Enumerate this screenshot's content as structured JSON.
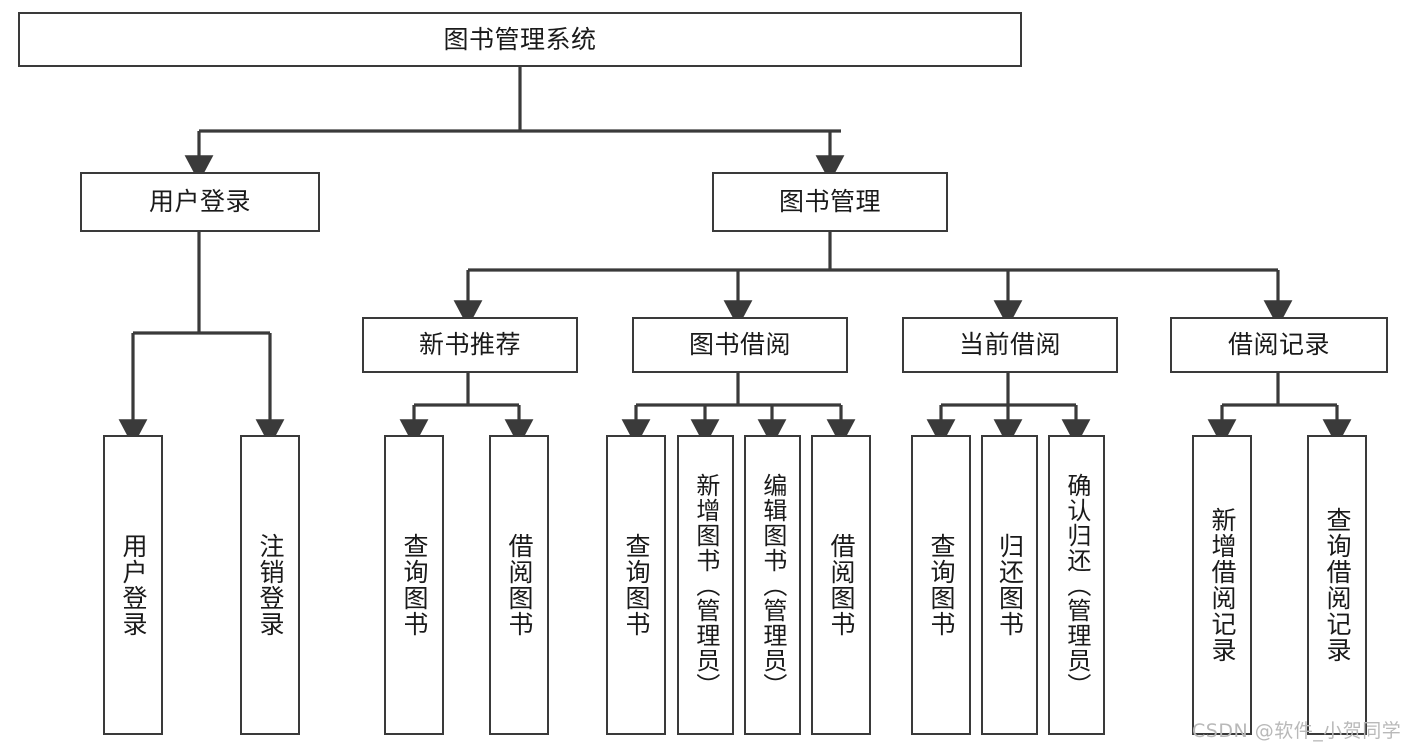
{
  "diagram": {
    "type": "tree-hierarchy-chart",
    "title": "图书管理系统",
    "root": {
      "label": "图书管理系统",
      "level": 1
    },
    "level2": [
      {
        "label": "用户登录"
      },
      {
        "label": "图书管理"
      }
    ],
    "level3": [
      {
        "label": "新书推荐",
        "parent": "图书管理"
      },
      {
        "label": "图书借阅",
        "parent": "图书管理"
      },
      {
        "label": "当前借阅",
        "parent": "图书管理"
      },
      {
        "label": "借阅记录",
        "parent": "图书管理"
      }
    ],
    "leaves": [
      {
        "label": "用户登录",
        "parent": "用户登录"
      },
      {
        "label": "注销登录",
        "parent": "用户登录"
      },
      {
        "label": "查询图书",
        "parent": "新书推荐"
      },
      {
        "label": "借阅图书",
        "parent": "新书推荐"
      },
      {
        "label": "查询图书",
        "parent": "图书借阅"
      },
      {
        "label": "新增图书（管理员）",
        "parent": "图书借阅"
      },
      {
        "label": "编辑图书（管理员）",
        "parent": "图书借阅"
      },
      {
        "label": "借阅图书",
        "parent": "图书借阅"
      },
      {
        "label": "查询图书",
        "parent": "当前借阅"
      },
      {
        "label": "归还图书",
        "parent": "当前借阅"
      },
      {
        "label": "确认归还（管理员）",
        "parent": "当前借阅"
      },
      {
        "label": "新增借阅记录",
        "parent": "借阅记录"
      },
      {
        "label": "查询借阅记录",
        "parent": "借阅记录"
      }
    ],
    "watermark": "CSDN @软件_小贺同学",
    "colors": {
      "box_border": "#3a3a3a",
      "box_fill": "#ffffff",
      "connector": "#3a3a3a",
      "text": "#1a1a1a",
      "watermark": "#b9b9b9",
      "background": "#ffffff"
    }
  }
}
